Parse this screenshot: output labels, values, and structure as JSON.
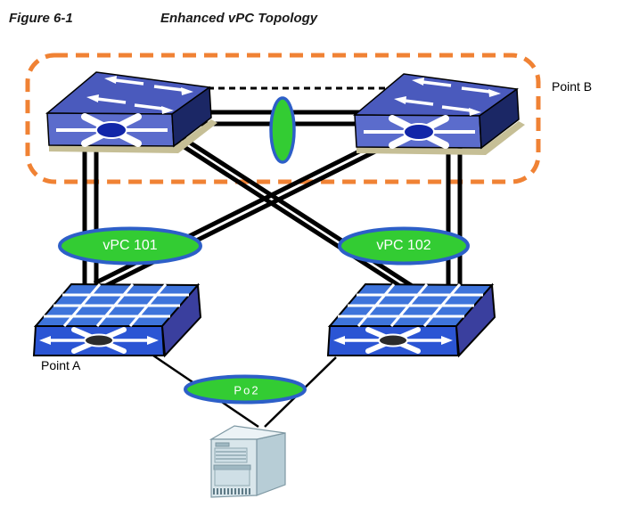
{
  "figure": {
    "label": "Figure 6-1",
    "title": "Enhanced vPC Topology"
  },
  "labels": {
    "point_a": "Point A",
    "point_b": "Point B"
  },
  "links": {
    "vpc101": {
      "label": "vPC 101"
    },
    "vpc102": {
      "label": "vPC 102"
    },
    "po2": {
      "label": "Po2"
    }
  },
  "icons": {
    "core_switch_left": "nexus-switch-icon",
    "core_switch_right": "nexus-switch-icon",
    "fex_switch_left": "fabric-extender-switch-icon",
    "fex_switch_right": "fabric-extender-switch-icon",
    "server": "server-tower-icon",
    "peer_link": "port-channel-oval-icon"
  },
  "colors": {
    "boundary_orange": "#F08234",
    "link_black": "#000000",
    "oval_green": "#33CC33",
    "oval_border_blue": "#2D5FC8",
    "oval_text_white": "#FFFFFF",
    "core_top_blue": "#4A5ABD",
    "core_front_blue": "#5B6CCC",
    "core_side_navy": "#1B2765",
    "fex_top_blue": "#3E74DB",
    "fex_front_blue": "#2B55D4",
    "fex_side_blue": "#3A3F9E",
    "shadow_tan": "#C6BF96",
    "server_front": "#D9E6EB",
    "server_side": "#B7CDD6",
    "server_top": "#ECF3F6",
    "text_black": "#1A1A1A"
  }
}
